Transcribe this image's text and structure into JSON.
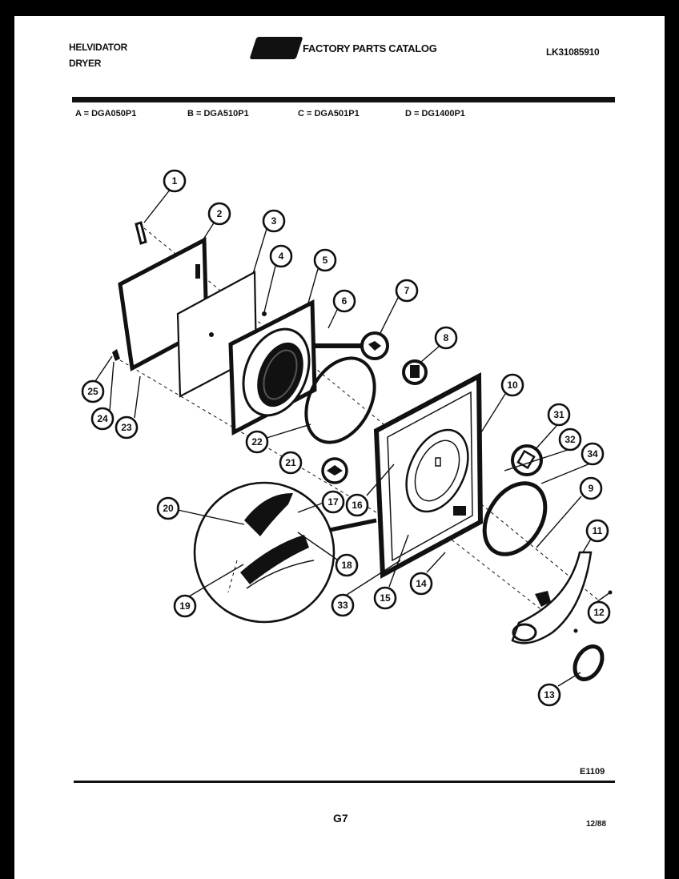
{
  "header": {
    "brand_line1": "HELVIDATOR",
    "brand_line2": "DRYER",
    "catalog_title": "FACTORY PARTS CATALOG",
    "part_number": "LK31085910"
  },
  "models": [
    {
      "label": "A = DGA050P1"
    },
    {
      "label": "B = DGA510P1"
    },
    {
      "label": "C = DGA501P1"
    },
    {
      "label": "D = DG1400P1"
    }
  ],
  "callouts": [
    "1",
    "2",
    "3",
    "4",
    "5",
    "6",
    "7",
    "8",
    "9",
    "10",
    "11",
    "12",
    "13",
    "14",
    "15",
    "16",
    "17",
    "18",
    "19",
    "20",
    "21",
    "22",
    "23",
    "24",
    "25",
    "31",
    "32",
    "33",
    "34"
  ],
  "footer": {
    "diagram_code": "E1109",
    "page_number": "G7",
    "date": "12/88"
  },
  "colors": {
    "ink": "#111111",
    "paper": "#ffffff",
    "background": "#000000"
  }
}
